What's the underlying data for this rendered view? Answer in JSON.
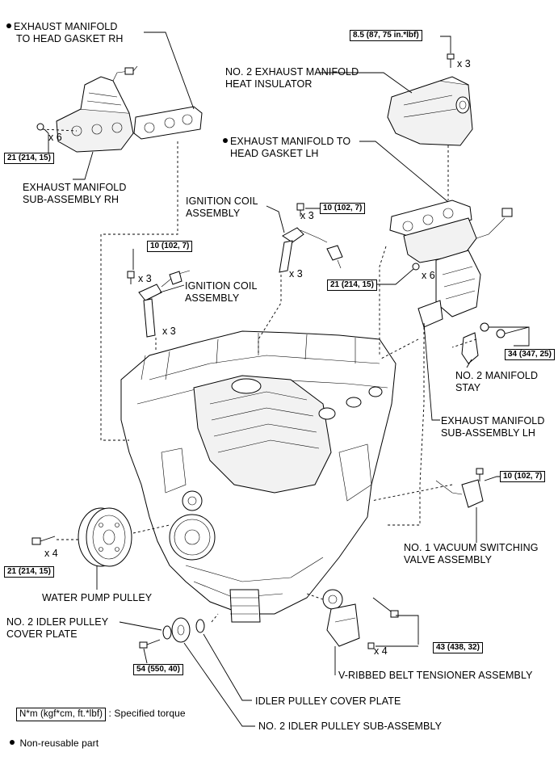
{
  "labels": {
    "exhaust_gasket_rh": [
      "EXHAUST MANIFOLD",
      "TO HEAD GASKET RH"
    ],
    "heat_insulator": [
      "NO. 2 EXHAUST MANIFOLD",
      "HEAT INSULATOR"
    ],
    "exhaust_gasket_lh": [
      "EXHAUST MANIFOLD TO",
      "HEAD GASKET LH"
    ],
    "exhaust_manifold_rh": [
      "EXHAUST MANIFOLD",
      "SUB-ASSEMBLY RH"
    ],
    "ignition_coil_upper": [
      "IGNITION COIL",
      "ASSEMBLY"
    ],
    "ignition_coil_lower": [
      "IGNITION COIL",
      "ASSEMBLY"
    ],
    "manifold_stay": [
      "NO. 2 MANIFOLD",
      "STAY"
    ],
    "exhaust_manifold_lh": [
      "EXHAUST MANIFOLD",
      "SUB-ASSEMBLY LH"
    ],
    "vacuum_valve": [
      "NO. 1 VACUUM SWITCHING",
      "VALVE ASSEMBLY"
    ],
    "water_pump_pulley": "WATER PUMP PULLEY",
    "idler_cover_plate_2": [
      "NO. 2 IDLER PULLEY",
      "COVER PLATE"
    ],
    "belt_tensioner": "V-RIBBED BELT TENSIONER ASSEMBLY",
    "idler_cover_plate": "IDLER PULLEY COVER PLATE",
    "idler_pulley_2": "NO. 2 IDLER PULLEY SUB-ASSEMBLY"
  },
  "torques": {
    "heat_insulator": "8.5 (87, 75 in.*lbf)",
    "manifold_rh": "21 (214, 15)",
    "coil_upper": "10 (102, 7)",
    "coil_lower": "10 (102, 7)",
    "manifold_lh": "21 (214, 15)",
    "stay": "34 (347, 25)",
    "vacuum_valve": "10 (102, 7)",
    "water_pump": "21 (214, 15)",
    "tensioner": "43 (438, 32)",
    "idler": "54 (550, 40)"
  },
  "quantities": {
    "heat_insulator": "x 3",
    "manifold_rh": "x 6",
    "coil_upper_bolt": "x 3",
    "coil_upper_coil": "x 3",
    "coil_lower_bolt": "x 3",
    "coil_lower_coil": "x 3",
    "manifold_lh": "x 6",
    "water_pump": "x 4",
    "tensioner": "x 4"
  },
  "legend": {
    "torque_unit": "N*m (kgf*cm, ft.*lbf)",
    "torque_text": ": Specified torque",
    "nonreusable_text": "Non-reusable part"
  },
  "colors": {
    "line": "#000000",
    "background": "#ffffff"
  }
}
